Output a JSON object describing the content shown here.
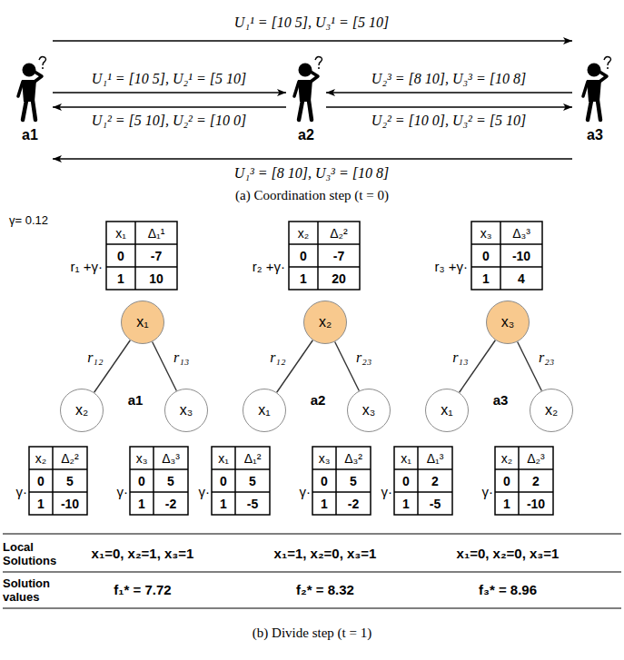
{
  "diagram": {
    "nodes": [
      {
        "text": [
          "a1"
        ]
      },
      {
        "text": [
          "a2"
        ]
      },
      {
        "text": [
          "a3"
        ]
      },
      {
        "text": [
          "x₁"
        ]
      },
      {
        "text": [
          "x₂"
        ]
      },
      {
        "text": [
          "x₃"
        ]
      },
      {
        "text": [
          "x₂"
        ]
      },
      {
        "text": [
          "x₁"
        ]
      },
      {
        "text": [
          "x₃"
        ]
      },
      {
        "text": [
          "x₃"
        ]
      },
      {
        "text": [
          "x₁"
        ]
      },
      {
        "text": [
          "x₂"
        ]
      }
    ],
    "edges": [
      {
        "from": 0,
        "to": 2,
        "arrow": "to",
        "label": "U₁¹ = [10 5], U₃¹ = [5 10]"
      },
      {
        "from": 0,
        "to": 1,
        "arrow": "to",
        "label": "U₁¹ = [10 5], U₂¹ = [5 10]"
      },
      {
        "from": 1,
        "to": 0,
        "arrow": "to",
        "label": "U₁² = [5 10], U₂² = [10 0]"
      },
      {
        "from": 2,
        "to": 1,
        "arrow": "to",
        "label": "U₂³ = [8 10], U₃³ = [10 8]"
      },
      {
        "from": 1,
        "to": 2,
        "arrow": "to",
        "label": "U₂² = [10 0], U₃² = [5 10]"
      },
      {
        "from": 2,
        "to": 0,
        "arrow": "to",
        "label": "U₁³ = [8 10], U₃³ = [10 8]"
      },
      {
        "from": 3,
        "to": 4,
        "arrow": "none",
        "label": "r₁₂"
      },
      {
        "from": 3,
        "to": 5,
        "arrow": "none",
        "label": "r₁₃"
      },
      {
        "from": 6,
        "to": 7,
        "arrow": "none",
        "label": "r₁₂"
      },
      {
        "from": 6,
        "to": 8,
        "arrow": "none",
        "label": "r₂₃"
      },
      {
        "from": 9,
        "to": 10,
        "arrow": "none",
        "label": "r₁₃"
      },
      {
        "from": 9,
        "to": 11,
        "arrow": "none",
        "label": "r₂₃"
      }
    ],
    "labels": [
      "γ= 0.12",
      "r₁ +γ·",
      "x₁",
      "Δ₁¹",
      "0",
      "-7",
      "1",
      "10",
      "a1",
      "γ·",
      "x₂",
      "Δ₂²",
      "0",
      "5",
      "1",
      "-10",
      "γ·",
      "x₃",
      "Δ₃³",
      "0",
      "5",
      "1",
      "-2",
      "r₂ +γ·",
      "x₂",
      "Δ₂²",
      "0",
      "-7",
      "1",
      "20",
      "a2",
      "γ·",
      "x₁",
      "Δ₁²",
      "0",
      "5",
      "1",
      "-5",
      "γ·",
      "x₃",
      "Δ₃²",
      "0",
      "5",
      "1",
      "-2",
      "r₃ +γ·",
      "x₃",
      "Δ₃³",
      "0",
      "-10",
      "1",
      "4",
      "a3",
      "γ·",
      "x₁",
      "Δ₁³",
      "0",
      "2",
      "1",
      "-5",
      "γ·",
      "x₂",
      "Δ₂³",
      "0",
      "2",
      "1",
      "-10",
      "Local Solutions",
      "x₁=0, x₂=1, x₃=1",
      "x₁=1, x₂=0, x₃=1",
      "x₁=0, x₂=0, x₃=1",
      "Solution values",
      "f₁* = 7.72",
      "f₂* = 8.32",
      "f₃* = 8.96",
      "(a) Coordination step (t = 0)",
      "(b) Divide step (t = 1)"
    ]
  }
}
